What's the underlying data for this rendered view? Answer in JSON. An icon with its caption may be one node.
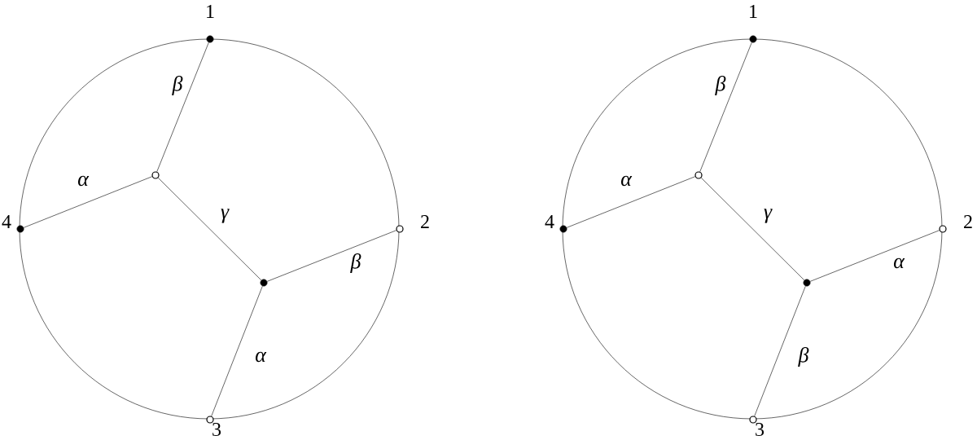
{
  "diagram": {
    "nodes": [
      {
        "text": [],
        "shape": "circle"
      },
      {
        "text": [],
        "shape": "dot",
        "beside": [
          "1"
        ]
      },
      {
        "text": [],
        "shape": "dot",
        "beside": [
          "4"
        ]
      },
      {
        "text": [],
        "shape": "circle",
        "in": 0
      },
      {
        "text": [],
        "shape": "circle",
        "beside": [
          "2"
        ]
      },
      {
        "text": [],
        "shape": "dot",
        "in": 0
      },
      {
        "text": [],
        "shape": "circle",
        "beside": [
          "3"
        ]
      },
      {
        "text": [],
        "shape": "circle"
      },
      {
        "text": [],
        "shape": "dot",
        "beside": [
          "1"
        ]
      },
      {
        "text": [],
        "shape": "dot",
        "beside": [
          "4"
        ]
      },
      {
        "text": [],
        "shape": "circle",
        "in": 7
      },
      {
        "text": [],
        "shape": "circle",
        "beside": [
          "2"
        ]
      },
      {
        "text": [],
        "shape": "dot",
        "in": 7
      },
      {
        "text": [],
        "shape": "circle",
        "beside": [
          "3"
        ]
      }
    ],
    "edges": [
      {
        "from": 1,
        "to": 3,
        "arrow": "none",
        "label": "β"
      },
      {
        "from": 2,
        "to": 3,
        "arrow": "none",
        "label": "α"
      },
      {
        "from": 3,
        "to": 5,
        "arrow": "none",
        "label": "γ"
      },
      {
        "from": 5,
        "to": 4,
        "arrow": "none",
        "label": "β"
      },
      {
        "from": 5,
        "to": 6,
        "arrow": "none",
        "label": "α"
      },
      {
        "from": 8,
        "to": 10,
        "arrow": "none",
        "label": "β"
      },
      {
        "from": 9,
        "to": 10,
        "arrow": "none",
        "label": "α"
      },
      {
        "from": 10,
        "to": 12,
        "arrow": "none",
        "label": "γ"
      },
      {
        "from": 12,
        "to": 11,
        "arrow": "none",
        "label": "α"
      },
      {
        "from": 12,
        "to": 13,
        "arrow": "none",
        "label": "β"
      }
    ]
  }
}
